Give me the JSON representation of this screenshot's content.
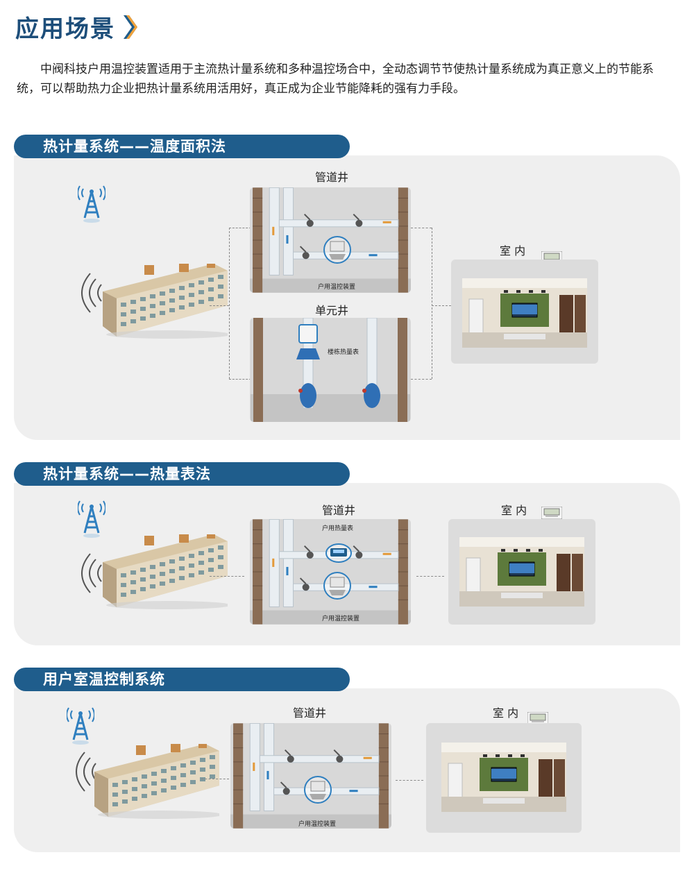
{
  "page": {
    "title": "应用场景",
    "intro": "中阀科技户用温控装置适用于主流热计量系统和多种温控场合中，全动态调节节使热计量系统成为真正意义上的节能系统，可以帮助热力企业把热计量系统用活用好，真正成为企业节能降耗的强有力手段。"
  },
  "sections": [
    {
      "title": "热计量系统——温度面积法",
      "shaft_label": "管道井",
      "unit_shaft_label": "单元井",
      "indoor_label": "室 内",
      "device_label": "户用温控装置",
      "building_meter_label": "楼栋热量表"
    },
    {
      "title": "热计量系统——热量表法",
      "shaft_label": "管道井",
      "indoor_label": "室 内",
      "heat_meter_label": "户用热量表",
      "device_label": "户用温控装置"
    },
    {
      "title": "用户室温控制系统",
      "shaft_label": "管道井",
      "indoor_label": "室 内",
      "device_label": "户用温控装置"
    }
  ],
  "colors": {
    "brand_blue": "#1f5d8c",
    "panel_gray": "#efefef"
  }
}
